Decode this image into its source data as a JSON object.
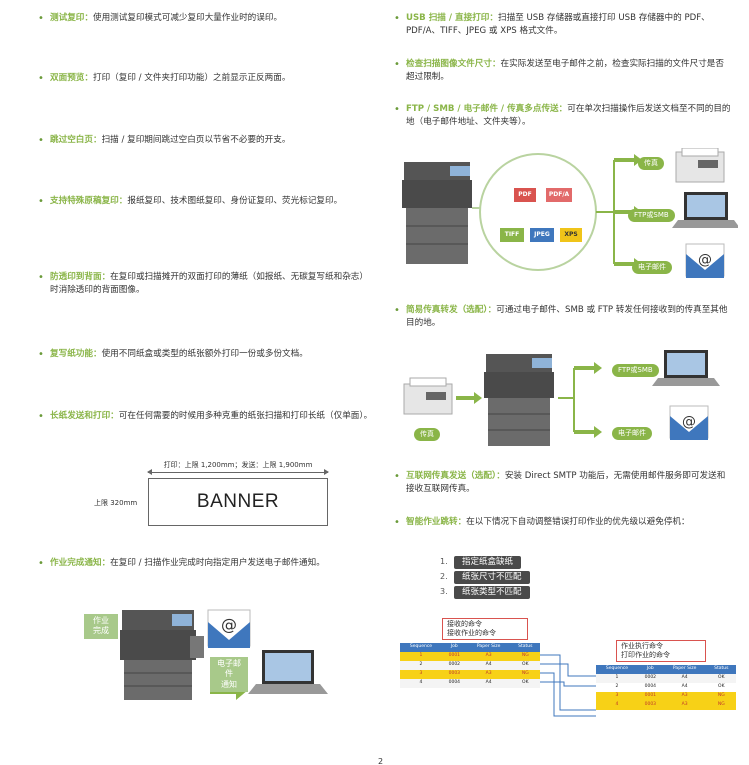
{
  "left_features": [
    {
      "title": "测试复印：",
      "body": "使用测试复印模式可减少复印大量作业时的误印。"
    },
    {
      "title": "双面预览：",
      "body": "打印（复印 / 文件夹打印功能）之前显示正反两面。"
    },
    {
      "title": "跳过空白页：",
      "body": "扫描 / 复印期间跳过空白页以节省不必要的开支。"
    },
    {
      "title": "支持特殊原稿复印：",
      "body": "报纸复印、技术图纸复印、身份证复印、荧光标记复印。"
    },
    {
      "title": "防透印到背面：",
      "body": "在复印或扫描摊开的双面打印的薄纸（如报纸、无碳复写纸和杂志）时消除透印的背面图像。"
    },
    {
      "title": "复写纸功能：",
      "body": "使用不同纸盒或类型的纸张额外打印一份或多份文档。"
    },
    {
      "title": "长纸发送和打印：",
      "body": "可在任何需要的时候用多种克重的纸张扫描和打印长纸（仅单面）。"
    },
    {
      "title": "作业完成通知：",
      "body": "在复印 / 扫描作业完成时向指定用户发送电子邮件通知。"
    }
  ],
  "right_features": [
    {
      "title": "USB 扫描 / 直接打印：",
      "body": "扫描至 USB 存储器或直接打印 USB 存储器中的 PDF、PDF/A、TIFF、JPEG 或 XPS 格式文件。"
    },
    {
      "title": "检查扫描图像文件尺寸：",
      "body": "在实际发送至电子邮件之前，检查实际扫描的文件尺寸是否超过限制。"
    },
    {
      "title": "FTP / SMB / 电子邮件 / 传真多点传送：",
      "body": "可在单次扫描操作后发送文档至不同的目的地（电子邮件地址、文件夹等）。"
    },
    {
      "title": "简易传真转发（选配）：",
      "body": "可通过电子邮件、SMB 或 FTP 转发任何接收到的传真至其他目的地。"
    },
    {
      "title": "互联网传真发送（选配）：",
      "body": "安装 Direct SMTP 功能后，无需使用邮件服务即可发送和接收互联网传真。"
    },
    {
      "title": "智能作业跳转：",
      "body": "在以下情况下自动调整错误打印作业的优先级以避免停机："
    }
  ],
  "banner": {
    "top_label": "打印：上限 1,200mm；发送：上限 1,900mm",
    "left_label": "上限 320mm",
    "text": "BANNER"
  },
  "notify": {
    "done_label": "作业\n完成",
    "email_label": "电子邮件\n通知"
  },
  "multicast": {
    "file_types": [
      "PDF",
      "PDF/A",
      "TIFF",
      "JPEG",
      "XPS"
    ],
    "dest_fax": "传真",
    "dest_ftp": "FTP或SMB",
    "dest_email": "电子邮件"
  },
  "forward": {
    "src": "传真",
    "dest_ftp": "FTP或SMB",
    "dest_email": "电子邮件"
  },
  "job_skip": {
    "conditions": [
      "指定纸盒缺纸",
      "纸张尺寸不匹配",
      "纸张类型不匹配"
    ],
    "received_label": "接收的命令\n接收作业的命令",
    "exec_label": "作业执行命令\n打印作业的命令",
    "headers": [
      "Sequence",
      "Job",
      "Paper Size",
      "Status"
    ],
    "received_rows": [
      [
        "1",
        "0001",
        "A3",
        "NG"
      ],
      [
        "2",
        "0002",
        "A4",
        "OK"
      ],
      [
        "3",
        "0003",
        "A3",
        "NG"
      ],
      [
        "4",
        "0004",
        "A4",
        "OK"
      ]
    ],
    "exec_rows": [
      [
        "1",
        "0002",
        "A4",
        "OK"
      ],
      [
        "2",
        "0004",
        "A4",
        "OK"
      ],
      [
        "3",
        "0001",
        "A3",
        "NG"
      ],
      [
        "4",
        "0003",
        "A3",
        "NG"
      ]
    ]
  },
  "page_number": "2"
}
